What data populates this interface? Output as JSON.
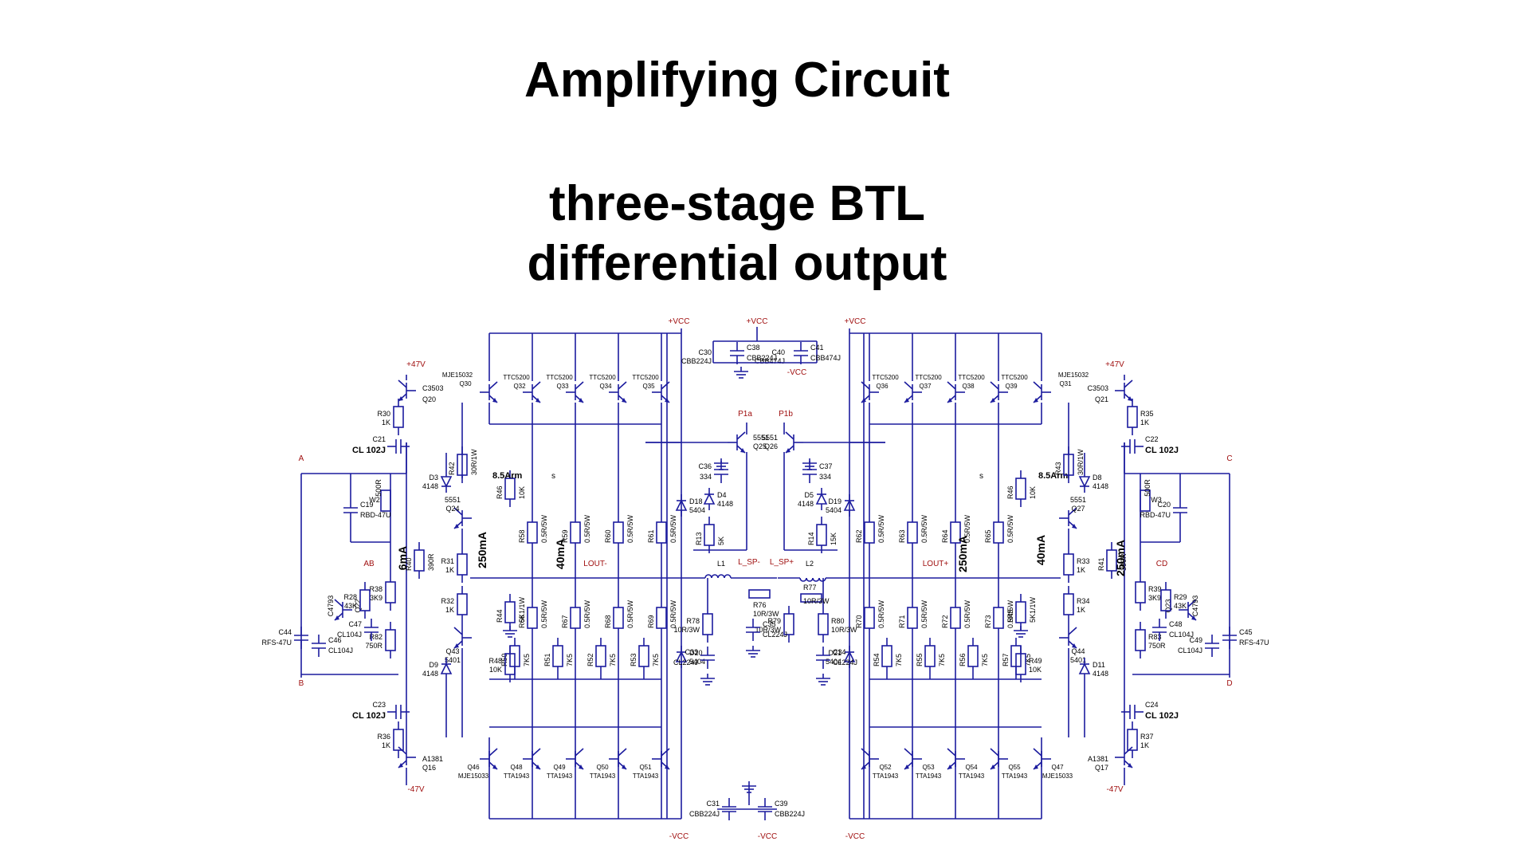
{
  "header": {
    "title": "Amplifying Circuit",
    "subtitle_line1": "three-stage BTL",
    "subtitle_line2": "differential output"
  },
  "colors": {
    "wire": "#1c1c9e",
    "net_label": "#a01010",
    "text": "#000000",
    "background": "#ffffff"
  },
  "schematic": {
    "net_labels": [
      "+VCC",
      "-VCC",
      "+47V",
      "-47V",
      "A",
      "AB",
      "B",
      "C",
      "CD",
      "D",
      "P1a",
      "P1b",
      "LOUT-",
      "LOUT+",
      "L_SP-",
      "L_SP+"
    ],
    "notes": [
      "8.5Arm",
      "s",
      "40mA",
      "250mA",
      "6mA",
      "40mA",
      "250mA",
      "6mA"
    ],
    "components": [
      "MJE15032 Q30",
      "TTC5200 Q32",
      "TTC5200 Q33",
      "TTC5200 Q34",
      "TTC5200 Q35",
      "TTC5200 Q36",
      "TTC5200 Q37",
      "TTC5200 Q38",
      "TTC5200 Q39",
      "MJE15032 Q31",
      "Q46 MJE15033",
      "Q48 TTA1943",
      "Q49 TTA1943",
      "Q50 TTA1943",
      "Q51 TTA1943",
      "Q52 TTA1943",
      "Q53 TTA1943",
      "Q54 TTA1943",
      "Q55 TTA1943",
      "Q47 MJE15033",
      "Q20 C3503",
      "Q21 C3503",
      "Q16 A1381",
      "Q17 A1381",
      "Q24 5551",
      "Q27 5551",
      "Q43 5401",
      "Q44 5401",
      "Q22 C4793",
      "Q23 C4793",
      "Q25 5551",
      "Q26 5551",
      "R30 1K",
      "R35 1K",
      "R36 1K",
      "R37 1K",
      "C21 CL 102J",
      "C22 CL 102J",
      "C23 CL 102J",
      "C24 CL 102J",
      "D3 4148",
      "D8 4148",
      "D9 4148",
      "D11 4148",
      "R42 30R/1W",
      "R43 30R/1W",
      "R46 10K",
      "R47 10K",
      "W2 500R",
      "W3 500R",
      "C19 RBD-47U",
      "C20 RBD-47U",
      "C44 RFS-47U",
      "C45 RFS-47U",
      "C46 CL104J",
      "C49 CL104J",
      "R28 43K",
      "R29 43K",
      "R38 3K9",
      "R39 3K9",
      "R82 750R",
      "R83 750R",
      "C47 CL104J",
      "C48 CL104J",
      "R40 390R",
      "R41 390R",
      "R31 1K",
      "R32 1K",
      "R33 1K",
      "R34 1K",
      "R44 5K1/1W",
      "R45 5K1/1W",
      "R48 10K",
      "R49 10K",
      "R58 0.5R/5W",
      "R59 0.5R/5W",
      "R60 0.5R/5W",
      "R61 0.5R/5W",
      "R62 0.5R/5W",
      "R63 0.5R/5W",
      "R64 0.5R/5W",
      "R65 0.5R/5W",
      "R66 0.5R/5W",
      "R67 0.5R/5W",
      "R68 0.5R/5W",
      "R69 0.5R/5W",
      "R70 0.5R/5W",
      "R71 0.5R/5W",
      "R72 0.5R/5W",
      "R73 0.5R/5W",
      "R50 7K5",
      "R51 7K5",
      "R52 7K5",
      "R53 7K5",
      "R54 7K5",
      "R55 7K5",
      "R56 7K5",
      "R57 7K5",
      "D18 5404",
      "D19 5404",
      "D20 5404",
      "D21 5404",
      "D4 4148",
      "D5 4148",
      "R13 5K",
      "R14 15K",
      "C36 334",
      "C37 334",
      "C30 CBB224J",
      "C38 CBB224J",
      "C40 CBB474J",
      "C41 CBB474J",
      "C31 CBB224J",
      "C39 CBB224J",
      "L1",
      "L2",
      "R76 10R/3W",
      "R77 10R/3W",
      "R78 10R/3W",
      "R79 10R/3W",
      "R80 10R/3W",
      "C33 CL224J",
      "C34 CL224J",
      "C35 CL224J"
    ]
  }
}
